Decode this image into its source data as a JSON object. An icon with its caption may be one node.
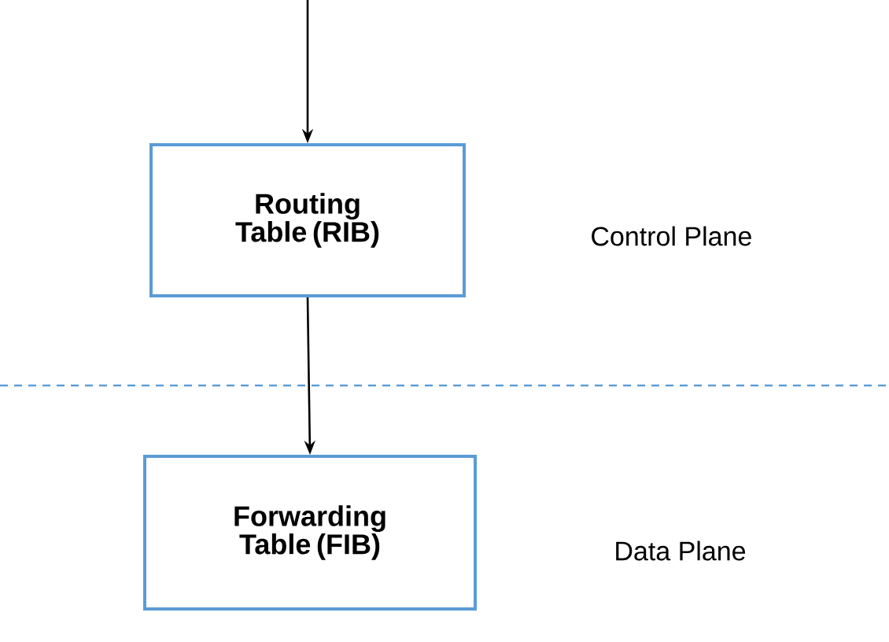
{
  "diagram": {
    "nodes": [
      {
        "text": [
          "Routing Table (RIB)"
        ]
      },
      {
        "text": [
          "Forwarding Table (FIB)"
        ]
      }
    ],
    "edges": [
      {
        "from": null,
        "to": 0,
        "arrow": "to"
      },
      {
        "from": 0,
        "to": 1,
        "arrow": "to"
      }
    ],
    "labels": [
      "Control Plane",
      "Data Plane"
    ]
  }
}
